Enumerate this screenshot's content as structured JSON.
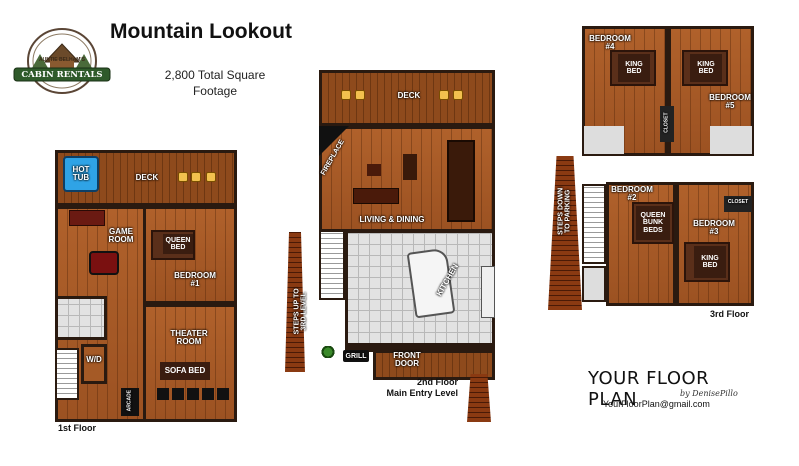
{
  "title": "Mountain Lookout",
  "square_footage_line1": "2,800 Total Square",
  "square_footage_line2": "Footage",
  "logo": {
    "top_text": "AUNTIE BELHAM'S",
    "main_text": "CABIN RENTALS",
    "icon": "cabin-logo-icon"
  },
  "floor1": {
    "label": "1st Floor",
    "rooms": {
      "hot_tub": "HOT TUB",
      "deck": "DECK",
      "game_room_line1": "GAME",
      "game_room_line2": "ROOM",
      "queen_bed_line1": "QUEEN",
      "queen_bed_line2": "BED",
      "bedroom1_line1": "BEDROOM",
      "bedroom1_line2": "#1",
      "theater_line1": "THEATER",
      "theater_line2": "ROOM",
      "sofa_bed": "SOFA BED",
      "wd": "W/D",
      "arcade": "ARCADE"
    }
  },
  "floor2": {
    "label_line1": "2nd Floor",
    "label_line2": "Main Entry Level",
    "rooms": {
      "deck": "DECK",
      "fireplace": "FIREPLACE",
      "living_dining": "LIVING & DINING",
      "kitchen": "KITCHEN",
      "steps_line1": "STEPS UP TO",
      "steps_line2": "3RD LEVEL",
      "grill": "GRILL",
      "front_door_line1": "FRONT",
      "front_door_line2": "DOOR"
    }
  },
  "floor3": {
    "label": "3rd Floor",
    "rooms": {
      "bedroom4_line1": "BEDROOM",
      "bedroom4_line2": "#4",
      "king_bed_a_line1": "KING",
      "king_bed_a_line2": "BED",
      "king_bed_b_line1": "KING",
      "king_bed_b_line2": "BED",
      "bedroom5_line1": "BEDROOM",
      "bedroom5_line2": "#5",
      "closet_a": "CLOSET",
      "closet_b": "CLOSET",
      "steps_line1": "STEPS DOWN",
      "steps_line2": "TO PARKING",
      "bedroom2_line1": "BEDROOM",
      "bedroom2_line2": "#2",
      "queen_bunk_line1": "QUEEN",
      "queen_bunk_line2": "BUNK",
      "queen_bunk_line3": "BEDS",
      "bedroom3_line1": "BEDROOM",
      "bedroom3_line2": "#3",
      "king_bed_c_line1": "KING",
      "king_bed_c_line2": "BED"
    }
  },
  "brand": {
    "name": "YOUR FLOOR PLAN",
    "byline": "by DenisePillo",
    "email": "YourFloorPlan@gmail.com"
  },
  "colors": {
    "wood": "#a55a26",
    "hot_tub": "#2fa3e6",
    "bed_label": "#3a1d10",
    "chair": "#f2c14e"
  }
}
